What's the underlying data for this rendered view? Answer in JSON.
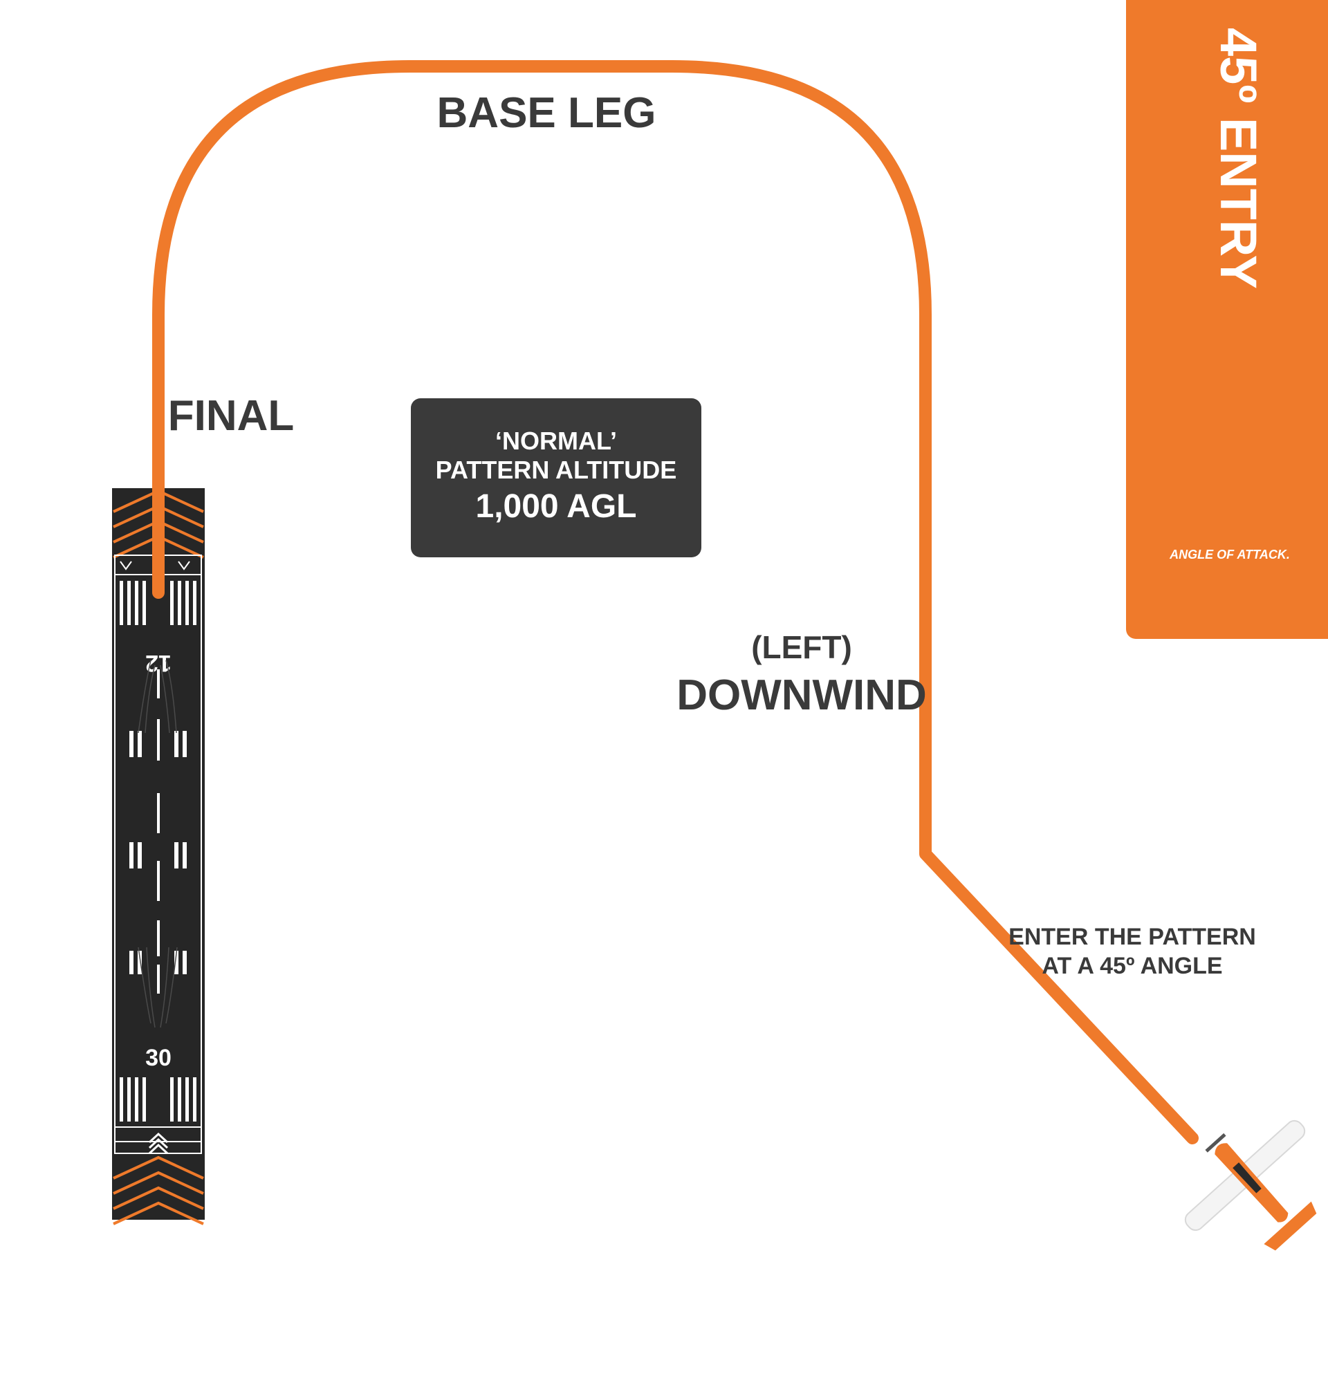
{
  "colors": {
    "accent": "#ef7a2b",
    "dark": "#3a3a3a",
    "runway": "#262626",
    "white": "#ffffff"
  },
  "side_banner": {
    "title": "45º ENTRY",
    "brand": "ANGLE OF ATTACK."
  },
  "labels": {
    "base_leg": "BASE LEG",
    "final": "FINAL",
    "downwind_side": "(LEFT)",
    "downwind": "DOWNWIND",
    "entry_line1": "ENTER THE PATTERN",
    "entry_line2": "AT A 45º ANGLE"
  },
  "altitude_box": {
    "line1": "‘NORMAL’",
    "line2": "PATTERN ALTITUDE",
    "line3": "1,000 AGL"
  },
  "runway": {
    "number_top": "12",
    "number_bottom": "30"
  },
  "icons": {
    "aircraft": "airplane-icon",
    "chevrons": "chevron-icon"
  }
}
